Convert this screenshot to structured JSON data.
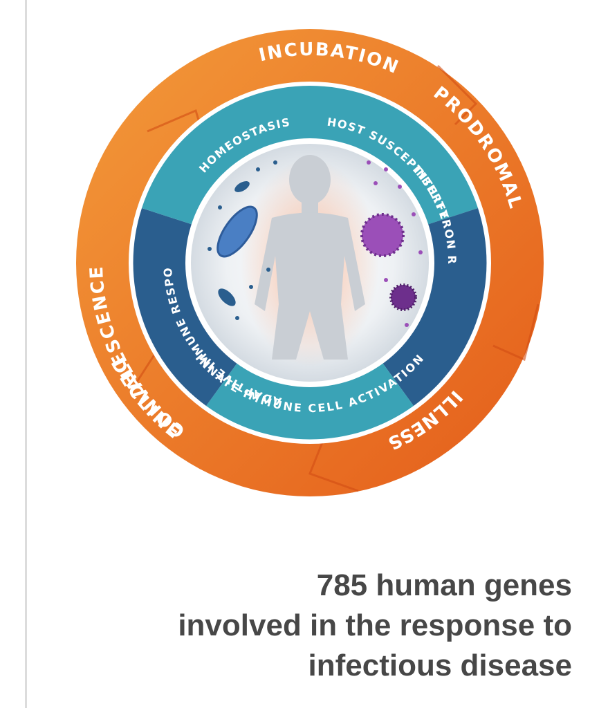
{
  "diagram": {
    "stages": [
      "INCUBATION",
      "PRODROMAL",
      "ILLNESS",
      "DECLINE",
      "CONVALESCENCE"
    ],
    "responses": [
      "HOMEOSTASIS",
      "HOST SUSCEPTIBILITY",
      "INTERFERON RESPONSE",
      "INNATE IMMUNE CELL ACTIVATION",
      "ADAPTIVE IMMUNE RESPONSE"
    ],
    "colors": {
      "orange": "#f07b26",
      "orange_dark": "#e4601a",
      "teal": "#3aa3b6",
      "navy": "#2a5e8e"
    }
  },
  "caption": {
    "line1": "785 human genes",
    "line2": "involved in the response to",
    "line3": "infectious disease"
  }
}
